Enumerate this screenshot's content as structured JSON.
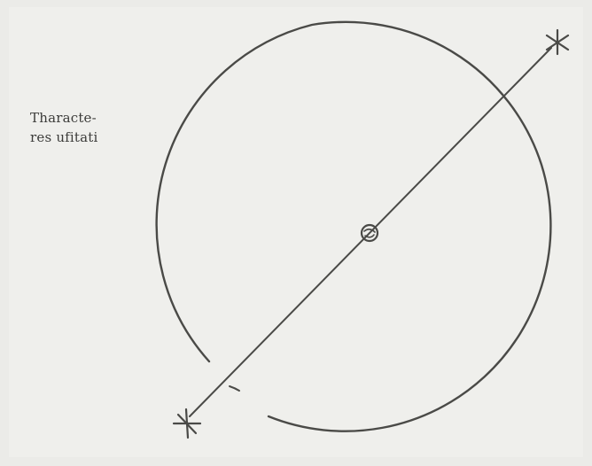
{
  "caption": {
    "line1": "Tharacte-",
    "line2": "res ufitati"
  },
  "symbols": {
    "center": "earth-symbol",
    "top_right": "star-symbol",
    "bottom_left": "star-symbol",
    "small_mark": "tick-mark"
  },
  "colors": {
    "ink": "#4a4a47",
    "paper": "#efefec"
  }
}
